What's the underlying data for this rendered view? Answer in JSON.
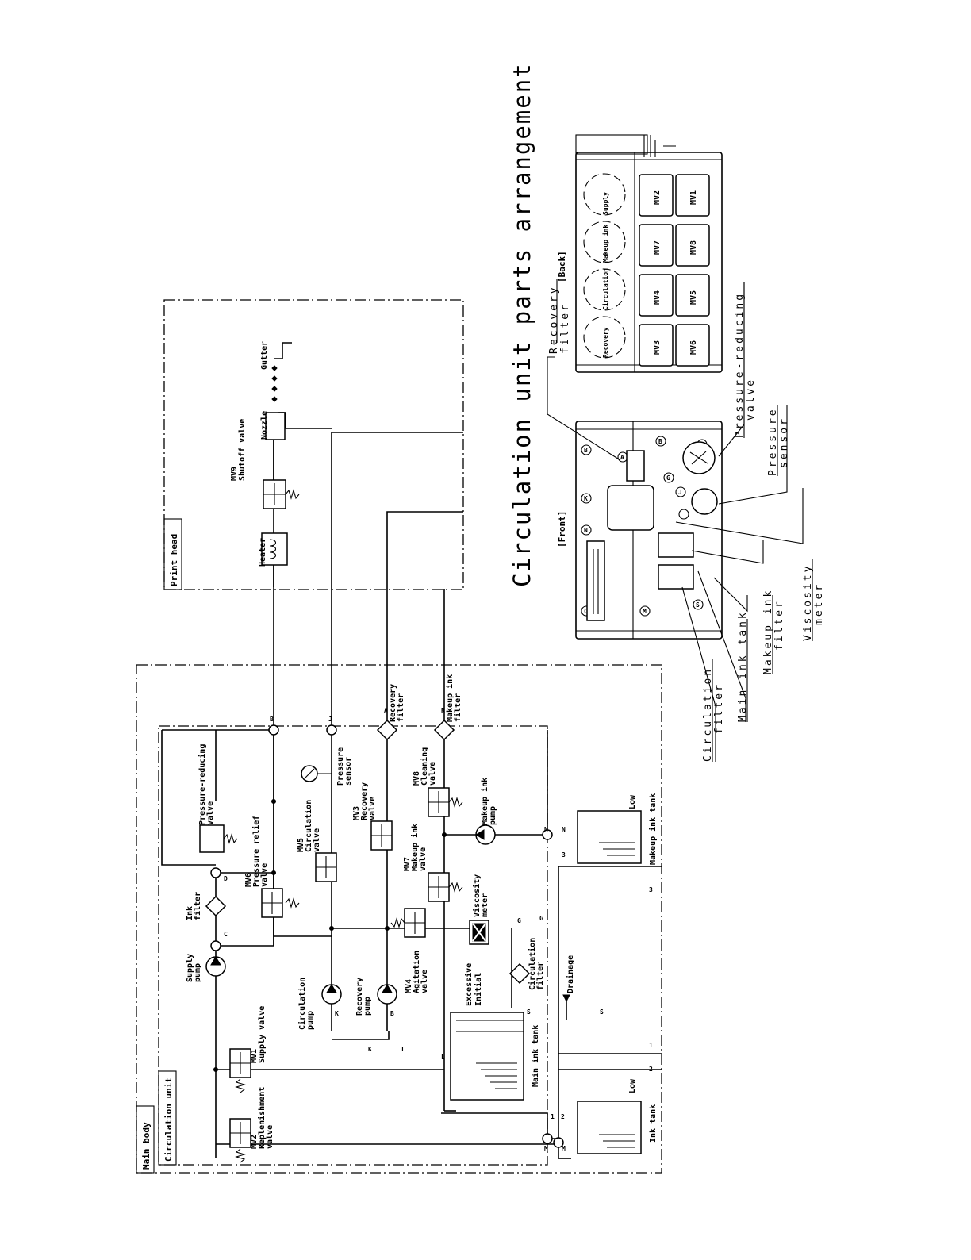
{
  "diagram": {
    "frames": {
      "main_body": "Main body",
      "circulation_unit": "Circulation unit",
      "print_head": "Print head"
    },
    "components": {
      "mv2_name": "MV2",
      "mv2_label": "Replenishment",
      "mv2_label2": "valve",
      "mv1_name": "MV1",
      "mv1_label": "Supply valve",
      "supply_pump": "Supply",
      "supply_pump2": "pump",
      "ink_filter": "Ink",
      "ink_filter2": "filter",
      "pressure_reducing": "Pressure-reducing",
      "pressure_reducing2": "valve",
      "mv6_name": "MV6",
      "mv6_label": "Pressure relief",
      "mv6_label2": "valve",
      "mv5_name": "MV5",
      "mv5_label": "Circulation",
      "mv5_label2": "valve",
      "circulation_pump": "Circulation",
      "circulation_pump2": "pump",
      "recovery_pump": "Recovery",
      "recovery_pump2": "pump",
      "pressure_sensor": "Pressure",
      "pressure_sensor2": "sensor",
      "mv3_name": "MV3",
      "mv3_label": "Recovery",
      "mv3_label2": "valve",
      "mv4_name": "MV4",
      "mv4_label": "Agitation",
      "mv4_label2": "valve",
      "mv7_name": "MV7",
      "mv7_label": "Makeup ink",
      "mv7_label2": "valve",
      "mv8_name": "MV8",
      "mv8_label": "Cleaning",
      "mv8_label2": "valve",
      "makeup_pump": "Makeup ink",
      "makeup_pump2": "pump",
      "viscosity_meter": "Viscosity",
      "viscosity_meter2": "meter",
      "circulation_filter": "Circulation",
      "circulation_filter2": "filter",
      "recovery_filter": "Recovery",
      "recovery_filter2": "filter",
      "makeup_filter": "Makeup ink",
      "makeup_filter2": "filter",
      "excessive": "Excessive",
      "initial": "Initial",
      "main_ink_tank": "Main ink tank",
      "drainage": "Drainage",
      "ink_tank": "Ink tank",
      "low1": "Low",
      "makeup_ink_tank": "Makeup ink tank",
      "low2": "Low",
      "heater": "Heater",
      "mv9_name": "MV9",
      "mv9_label": "Shutoff valve",
      "nozzle": "Nozzle",
      "gutter": "Gutter"
    },
    "ports": [
      "A",
      "B",
      "C",
      "D",
      "G",
      "J",
      "K",
      "L",
      "M",
      "N",
      "R",
      "S",
      "1",
      "2",
      "3"
    ]
  },
  "arrangement": {
    "title": "Circulation unit parts arrangement",
    "front": "[Front]",
    "back": "[Back]",
    "valves_top": [
      "MV2",
      "MV7",
      "MV4",
      "MV3"
    ],
    "valves_bottom": [
      "MV1",
      "MV8",
      "MV5",
      "MV6"
    ],
    "back_circles": [
      "Supply",
      "Makeup ink",
      "Circulation",
      "Recovery"
    ],
    "callouts": {
      "recovery_filter_1": "Recovery",
      "recovery_filter_2": "filter",
      "pressure_reducing_1": "Pressure-reducing",
      "pressure_reducing_2": "valve",
      "pressure_sensor_1": "Pressure",
      "pressure_sensor_2": "sensor",
      "viscosity_1": "Viscosity",
      "viscosity_2": "meter",
      "makeup_filter_1": "Makeup ink",
      "makeup_filter_2": "filter",
      "main_tank": "Main ink tank",
      "circ_filter_1": "Circulation",
      "circ_filter_2": "filter"
    }
  }
}
